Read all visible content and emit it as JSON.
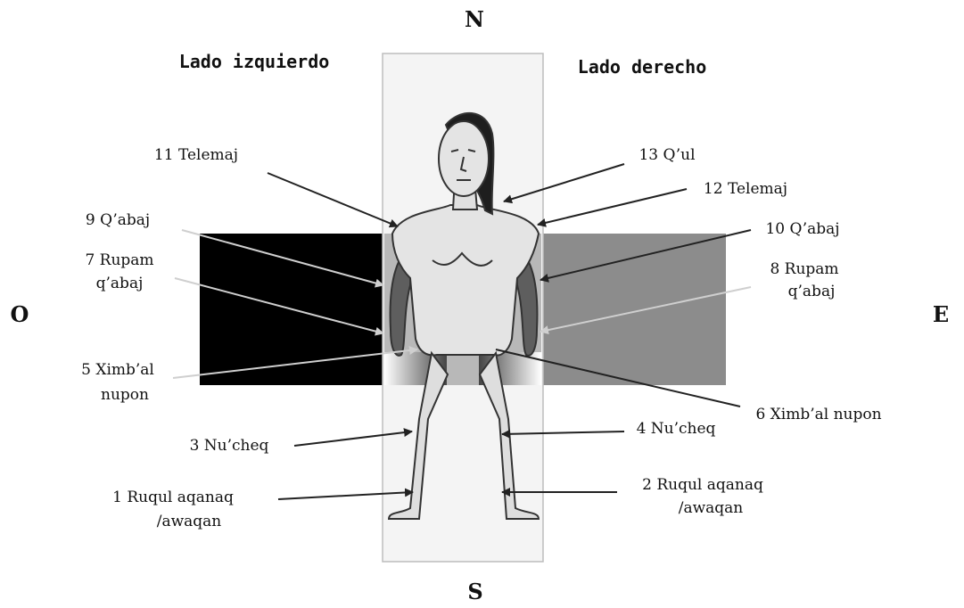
{
  "cardinals": {
    "north": "N",
    "south": "S",
    "west": "O",
    "east": "E"
  },
  "sides": {
    "left": "Lado izquierdo",
    "right": "Lado derecho"
  },
  "labels": {
    "l11": "11 Telemaj",
    "l13": "13 Q’ul",
    "l12": "12 Telemaj",
    "l9": "9 Q’abaj",
    "l10": "10 Q’abaj",
    "l7a": "7 Rupam",
    "l7b": "q’abaj",
    "l8a": "8 Rupam",
    "l8b": "q’abaj",
    "l5a": "5 Ximb’al",
    "l5b": "nupon",
    "l6": "6 Ximb’al nupon",
    "l3": "3 Nu’cheq",
    "l4": "4 Nu’cheq",
    "l1a": "1 Ruqul aqanaq",
    "l1b": "/awaqan",
    "l2a": "2 Ruqul aqanaq",
    "l2b": "/awaqan"
  },
  "colors": {
    "west_block": "#000000",
    "east_block": "#8c8c8c",
    "body_fill": "#dcdcdc",
    "line_light": "#cfcfcf",
    "line_dark": "#222222"
  }
}
